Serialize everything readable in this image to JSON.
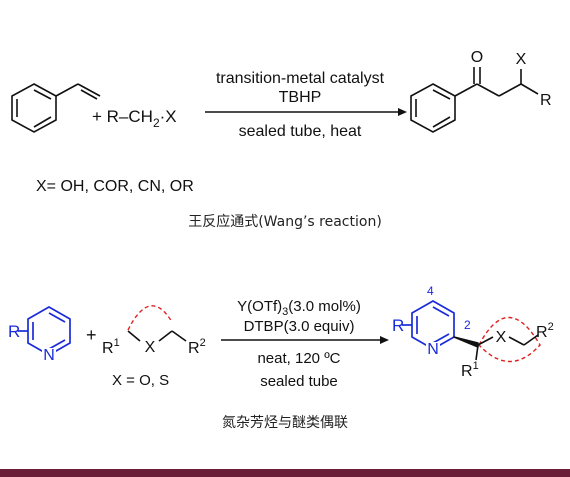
{
  "reaction1": {
    "plus_reagent": "+ R–CH",
    "plus_reagent_sub": "2",
    "plus_reagent_x": "·X",
    "conditions_top1": "transition-metal catalyst",
    "conditions_top2": "TBHP",
    "conditions_bottom": "sealed tube, heat",
    "product_o": "O",
    "product_x": "X",
    "product_r": "R",
    "x_definition": "X= OH, COR, CN, OR",
    "caption": "王反应通式(Wang’s reaction)"
  },
  "reaction2": {
    "pyridine_r": "R",
    "pyridine_n": "N",
    "plus": "+",
    "ether_r1": "R",
    "ether_r1_sup": "1",
    "ether_x": "X",
    "ether_r2": "R",
    "ether_r2_sup": "2",
    "x_definition": "X = O, S",
    "catalyst": "Y(OTf)",
    "catalyst_sub": "3",
    "catalyst_load": "(3.0 mol%)",
    "oxidant": "DTBP(3.0 equiv)",
    "conditions_bottom1": "neat, 120 ºC",
    "conditions_bottom2": "sealed tube",
    "product_pos4": "4",
    "product_pos2": "2",
    "product_r": "R",
    "product_n": "N",
    "product_x": "X",
    "product_r1": "R",
    "product_r1_sup": "1",
    "product_r2": "R",
    "product_r2_sup": "2",
    "caption": "氮杂芳烃与醚类偶联"
  },
  "colors": {
    "black_bonds": "#111111",
    "pyridine_blue": "#1a2bd9",
    "ether_red": "#e0201f",
    "footer_bar": "#6b1e38"
  }
}
